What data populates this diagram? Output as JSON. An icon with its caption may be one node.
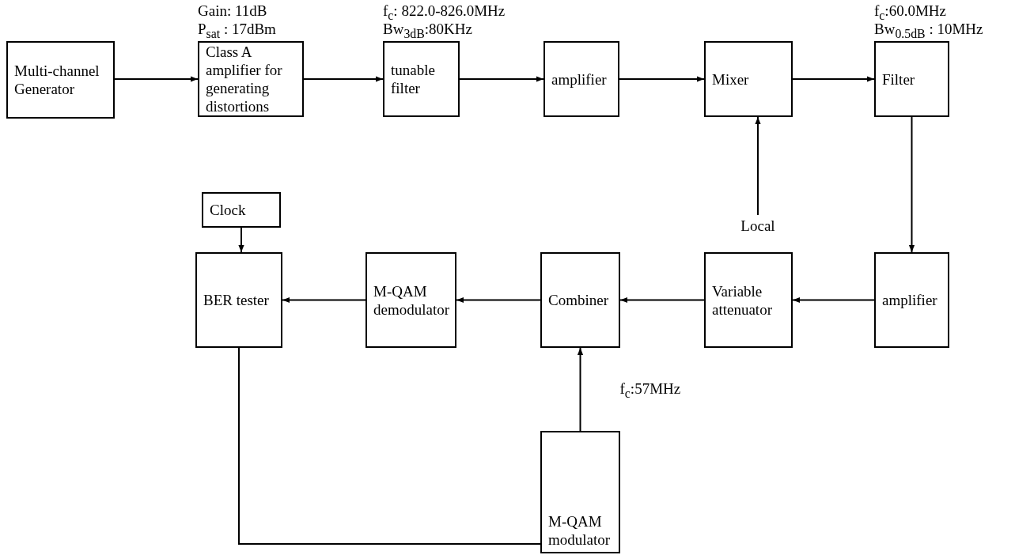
{
  "diagram": {
    "nodes": [
      {
        "text": [
          "Multi-channel Generator"
        ]
      },
      {
        "text": [
          "Class A amplifier for generating distortions"
        ],
        "beside": [
          "Gain: 11dB",
          "P$_{sat}$ : 17dBm"
        ]
      },
      {
        "text": [
          "tunable filter"
        ],
        "beside": [
          "f$_{c}$: 822.0-826.0MHz",
          "Bw$_{3dB}$:80KHz"
        ]
      },
      {
        "text": [
          "amplifier"
        ]
      },
      {
        "text": [
          "Mixer"
        ]
      },
      {
        "text": [
          "Filter"
        ],
        "beside": [
          "f$_{c}$:60.0MHz",
          "Bw$_{0.5dB}$ : 10MHz"
        ]
      },
      {
        "text": [
          "Local"
        ]
      },
      {
        "text": [
          "Clock"
        ]
      },
      {
        "text": [
          "BER tester"
        ]
      },
      {
        "text": [
          "M-QAM demodulator"
        ]
      },
      {
        "text": [
          "Combiner"
        ]
      },
      {
        "text": [
          "Variable attenuator"
        ]
      },
      {
        "text": [
          "amplifier"
        ]
      },
      {
        "text": [
          "M-QAM modulator"
        ]
      }
    ],
    "edges": [
      {
        "from": 0,
        "to": 1,
        "arrow": "to"
      },
      {
        "from": 1,
        "to": 2,
        "arrow": "to"
      },
      {
        "from": 2,
        "to": 3,
        "arrow": "to"
      },
      {
        "from": 3,
        "to": 4,
        "arrow": "to"
      },
      {
        "from": 4,
        "to": 5,
        "arrow": "to"
      },
      {
        "from": 6,
        "to": 4,
        "arrow": "to"
      },
      {
        "from": 5,
        "to": 12,
        "arrow": "to"
      },
      {
        "from": 12,
        "to": 11,
        "arrow": "to"
      },
      {
        "from": 11,
        "to": 10,
        "arrow": "to"
      },
      {
        "from": 10,
        "to": 9,
        "arrow": "to"
      },
      {
        "from": 9,
        "to": 8,
        "arrow": "to"
      },
      {
        "from": 7,
        "to": 8,
        "arrow": "to"
      },
      {
        "from": 13,
        "to": 10,
        "arrow": "to",
        "label": "f$_{c}$:57MHz"
      },
      {
        "from": 8,
        "to": 13,
        "arrow": "none"
      }
    ]
  }
}
